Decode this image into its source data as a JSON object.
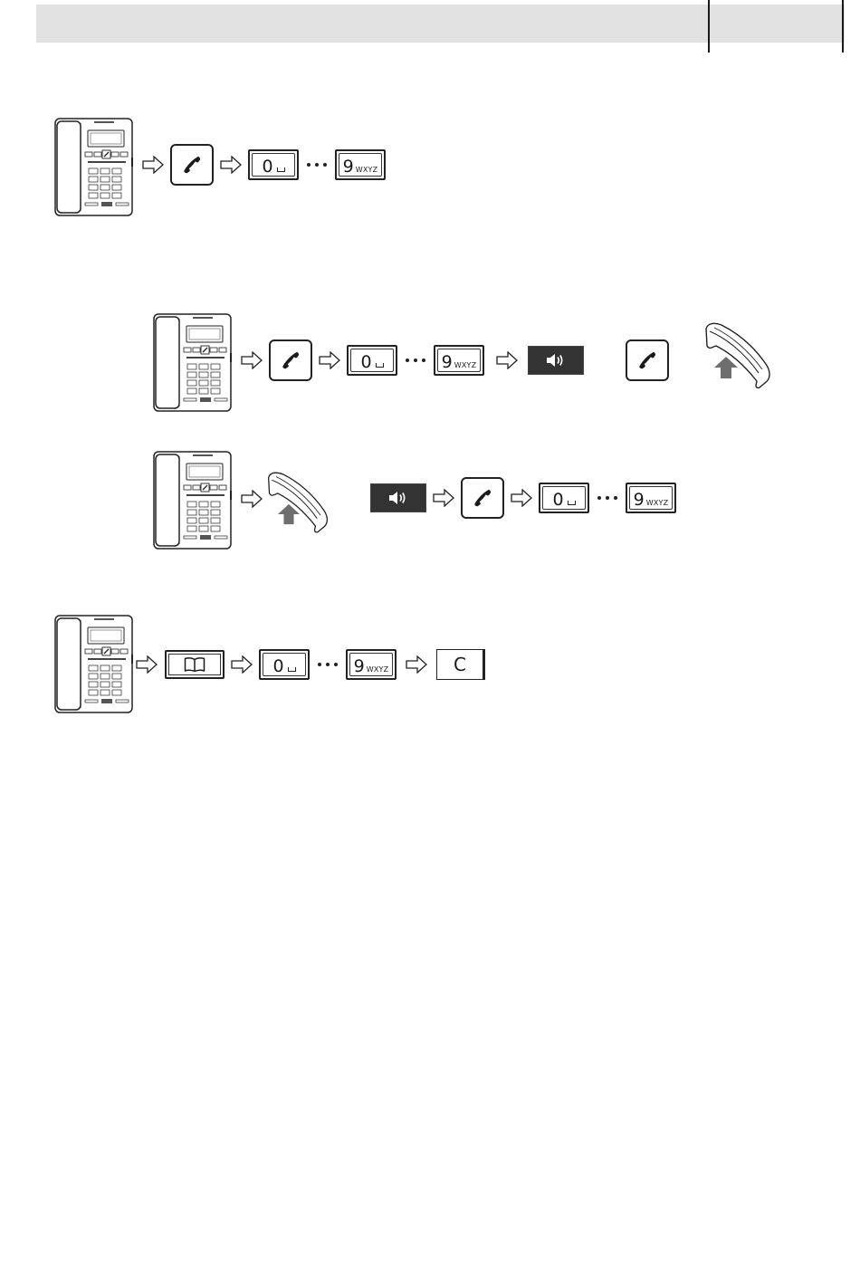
{
  "page": {
    "header_color": "#e2e2e2"
  },
  "keys": {
    "zero_digit": "0",
    "nine_digit": "9",
    "nine_letters": "WXYZ",
    "clear_label": "C"
  },
  "icons": {
    "talk": "phone-handset-icon",
    "speaker": "speaker-icon",
    "phonebook": "book-icon",
    "lift_handset": "handset-lift-icon",
    "arrow": "outline-arrow-right-icon"
  }
}
